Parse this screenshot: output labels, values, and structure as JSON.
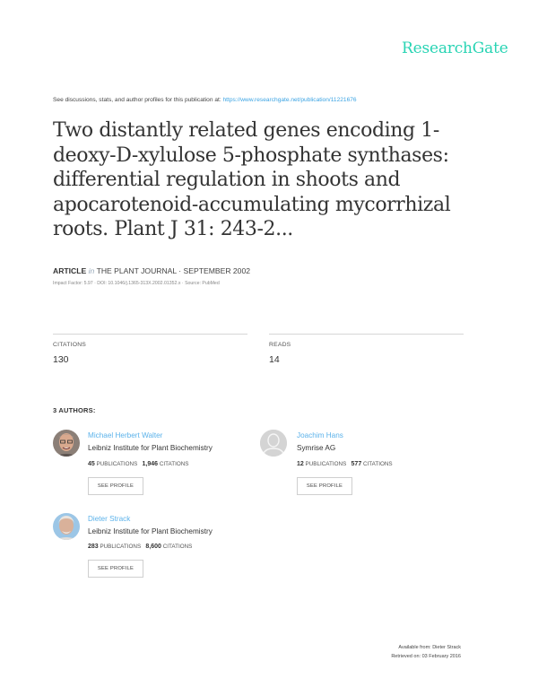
{
  "brand": {
    "logo": "ResearchGate",
    "accent_color": "#28d4b4"
  },
  "discussion": {
    "prefix": "See discussions, stats, and author profiles for this publication at: ",
    "link": "https://www.researchgate.net/publication/11221676"
  },
  "publication": {
    "title": "Two distantly related genes encoding 1-deoxy-D-xylulose 5-phosphate synthases: differential regulation in shoots and apocarotenoid-accumulating mycorrhizal roots. Plant J 31: 243-2...",
    "type": "ARTICLE",
    "in_label": "in",
    "journal_date": "THE PLANT JOURNAL · SEPTEMBER 2002",
    "subline": "Impact Factor: 5.97 · DOI: 10.1046/j.1365-313X.2002.01352.x · Source: PubMed"
  },
  "stats": [
    {
      "label": "CITATIONS",
      "value": "130"
    },
    {
      "label": "READS",
      "value": "14"
    }
  ],
  "authors_heading": "3 AUTHORS:",
  "authors": [
    {
      "name": "Michael Herbert Walter",
      "institution": "Leibniz Institute for Plant Biochemistry",
      "publications": "45",
      "publications_label": "PUBLICATIONS",
      "citations": "1,946",
      "citations_label": "CITATIONS",
      "button": "SEE PROFILE",
      "avatar": "photo"
    },
    {
      "name": "Joachim Hans",
      "institution": "Symrise AG",
      "publications": "12",
      "publications_label": "PUBLICATIONS",
      "citations": "577",
      "citations_label": "CITATIONS",
      "button": "SEE PROFILE",
      "avatar": "placeholder"
    },
    {
      "name": "Dieter Strack",
      "institution": "Leibniz Institute for Plant Biochemistry",
      "publications": "283",
      "publications_label": "PUBLICATIONS",
      "citations": "8,600",
      "citations_label": "CITATIONS",
      "button": "SEE PROFILE",
      "avatar": "photo"
    }
  ],
  "footer": {
    "available_from": "Available from: Dieter Strack",
    "retrieved_on": "Retrieved on: 03 February 2016"
  }
}
